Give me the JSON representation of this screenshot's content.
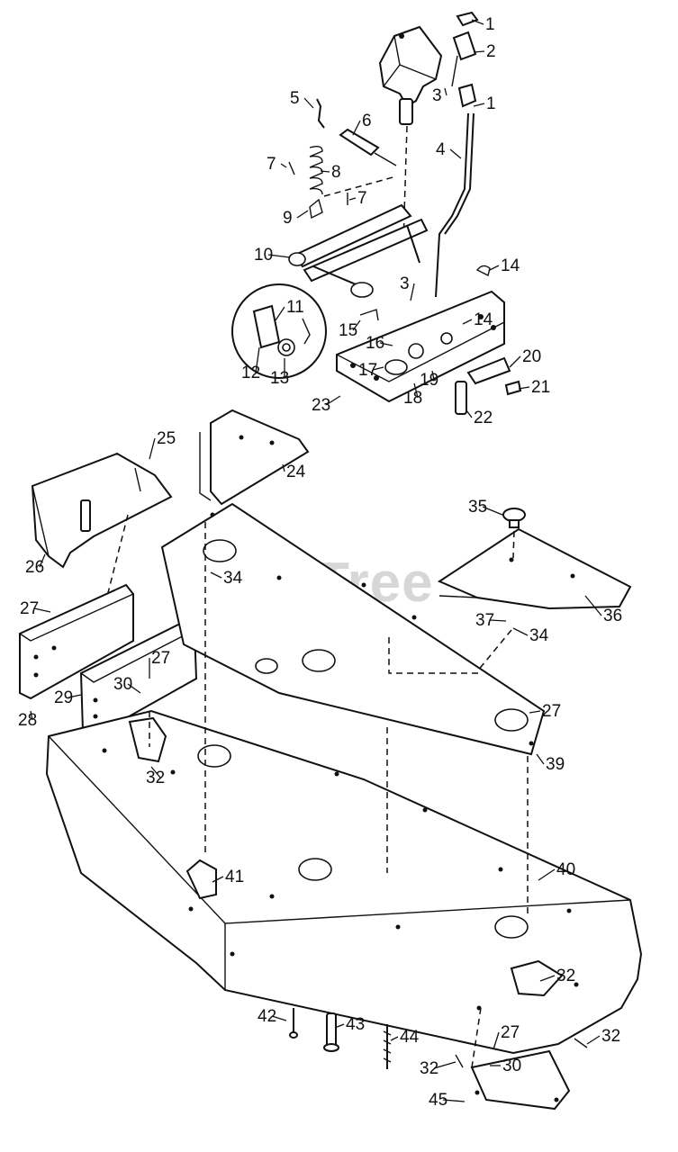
{
  "watermark": {
    "text": "PartsTree",
    "trademark": "™"
  },
  "callouts": [
    {
      "label": "1"
    },
    {
      "label": "2"
    },
    {
      "label": "3"
    },
    {
      "label": "1"
    },
    {
      "label": "5"
    },
    {
      "label": "6"
    },
    {
      "label": "4"
    },
    {
      "label": "7"
    },
    {
      "label": "8"
    },
    {
      "label": "7"
    },
    {
      "label": "9"
    },
    {
      "label": "10"
    },
    {
      "label": "14"
    },
    {
      "label": "3"
    },
    {
      "label": "11"
    },
    {
      "label": "14"
    },
    {
      "label": "15"
    },
    {
      "label": "16"
    },
    {
      "label": "12"
    },
    {
      "label": "13"
    },
    {
      "label": "17"
    },
    {
      "label": "20"
    },
    {
      "label": "19"
    },
    {
      "label": "18"
    },
    {
      "label": "21"
    },
    {
      "label": "23"
    },
    {
      "label": "22"
    },
    {
      "label": "25"
    },
    {
      "label": "24"
    },
    {
      "label": "26"
    },
    {
      "label": "35"
    },
    {
      "label": "34"
    },
    {
      "label": "36"
    },
    {
      "label": "27"
    },
    {
      "label": "37"
    },
    {
      "label": "34"
    },
    {
      "label": "27"
    },
    {
      "label": "30"
    },
    {
      "label": "29"
    },
    {
      "label": "28"
    },
    {
      "label": "27"
    },
    {
      "label": "32"
    },
    {
      "label": "39"
    },
    {
      "label": "41"
    },
    {
      "label": "40"
    },
    {
      "label": "32"
    },
    {
      "label": "42"
    },
    {
      "label": "43"
    },
    {
      "label": "44"
    },
    {
      "label": "27"
    },
    {
      "label": "32"
    },
    {
      "label": "32"
    },
    {
      "label": "30"
    },
    {
      "label": "45"
    }
  ]
}
